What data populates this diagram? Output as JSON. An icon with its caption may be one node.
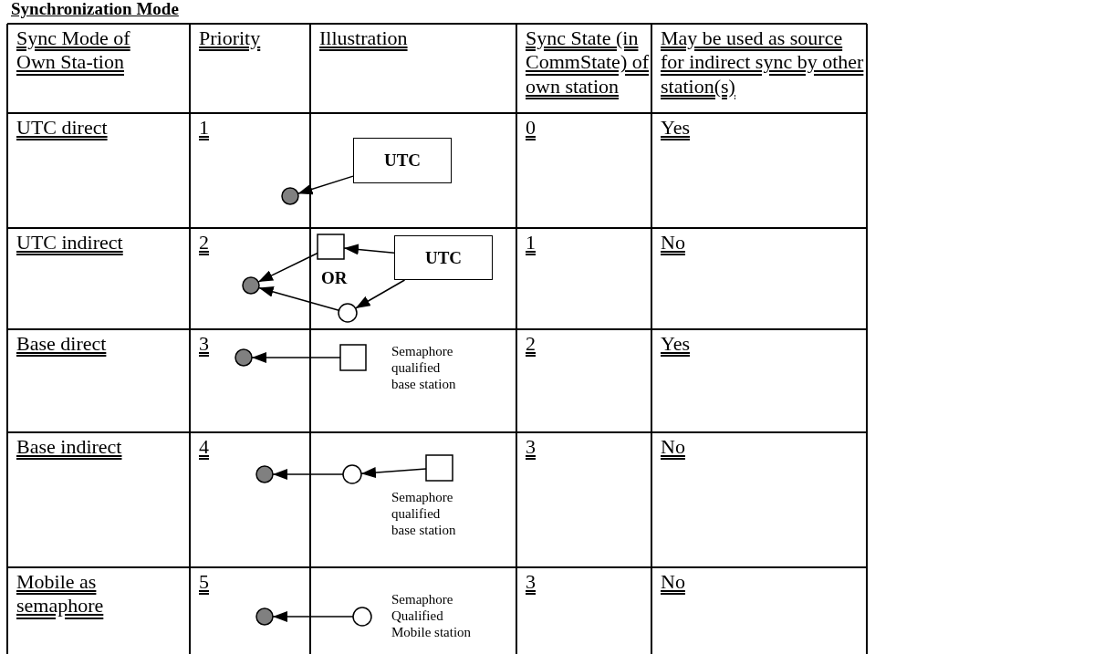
{
  "diagram": {
    "title": "Synchronization Mode",
    "nodes": [
      {
        "text": [
          "UTC"
        ]
      },
      {
        "text": [],
        "shape": "circle"
      },
      {
        "text": [],
        "shape": "box"
      },
      {
        "text": [
          "UTC"
        ]
      },
      {
        "text": [],
        "shape": "circle"
      },
      {
        "text": [],
        "shape": "circle"
      },
      {
        "text": [],
        "shape": "circle"
      },
      {
        "text": [],
        "shape": "box",
        "beside": [
          "Semaphore qualified base station"
        ]
      },
      {
        "text": [],
        "shape": "circle"
      },
      {
        "text": [],
        "shape": "circle"
      },
      {
        "text": [],
        "shape": "box",
        "beside": [
          "Semaphore qualified base station"
        ]
      },
      {
        "text": [],
        "shape": "circle"
      },
      {
        "text": [],
        "shape": "circle",
        "beside": [
          "Semaphore Qualified Mobile station"
        ]
      }
    ],
    "edges": [
      {
        "from": 0,
        "to": 1,
        "arrow": "to"
      },
      {
        "from": 3,
        "to": 2,
        "arrow": "to"
      },
      {
        "from": 3,
        "to": 5,
        "arrow": "to"
      },
      {
        "from": 2,
        "to": 4,
        "arrow": "to"
      },
      {
        "from": 5,
        "to": 4,
        "arrow": "to"
      },
      {
        "from": 7,
        "to": 6,
        "arrow": "to"
      },
      {
        "from": 9,
        "to": 8,
        "arrow": "to"
      },
      {
        "from": 10,
        "to": 9,
        "arrow": "to"
      },
      {
        "from": 12,
        "to": 11,
        "arrow": "to"
      }
    ],
    "labels": [
      "Sync Mode of Own Sta-tion",
      "Priority",
      "Illustration",
      "Sync State (in CommState) of own station",
      "May be used as source for indirect sync by other station(s)",
      "UTC direct",
      "1",
      "0",
      "Yes",
      "UTC indirect",
      "2",
      "OR",
      "1",
      "No",
      "Base direct",
      "3",
      "2",
      "Yes",
      "Base indirect",
      "4",
      "3",
      "No",
      "Mobile as semaphore",
      "5",
      "3",
      "No"
    ]
  }
}
